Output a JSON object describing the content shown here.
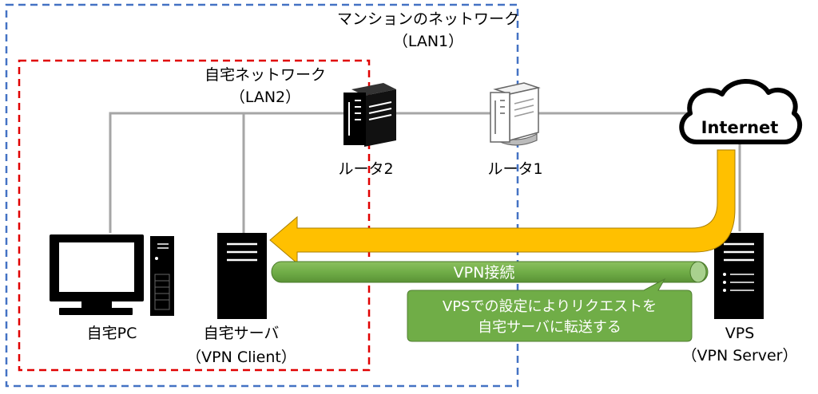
{
  "lan1": {
    "title": "マンションのネットワーク",
    "subtitle": "（LAN1）"
  },
  "lan2": {
    "title": "自宅ネットワーク",
    "subtitle": "（LAN2）"
  },
  "router2": {
    "label": "ルータ2"
  },
  "router1": {
    "label": "ルータ1"
  },
  "internet": {
    "label": "Internet"
  },
  "home_pc": {
    "label": "自宅PC"
  },
  "home_server": {
    "label": "自宅サーバ",
    "sublabel": "（VPN Client）"
  },
  "vps": {
    "label": "VPS",
    "sublabel": "（VPN Server）"
  },
  "vpn_tunnel": {
    "label": "VPN接続"
  },
  "callout": {
    "line1": "VPSでの設定によりリクエストを",
    "line2": "自宅サーバに転送する"
  },
  "colors": {
    "lan1_border": "#4472c4",
    "lan2_border": "#e00000",
    "arrow": "#ffc000",
    "tunnel": "#70ad47",
    "callout": "#70ad47",
    "wire": "#a6a6a6"
  }
}
